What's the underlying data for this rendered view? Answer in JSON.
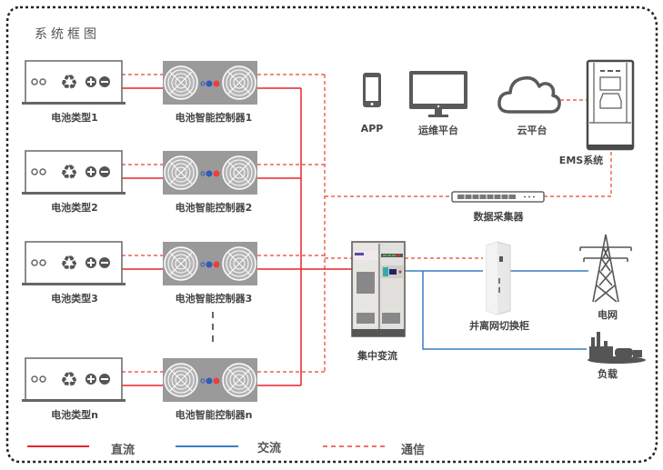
{
  "title": "系统框图",
  "colors": {
    "dc": "#e8242a",
    "ac": "#3a7fc4",
    "comm": "#e8442a",
    "device": "#5a5a5a",
    "controller_bg": "#9a9a9a",
    "label": "#444444",
    "border": "#222222"
  },
  "batteries": [
    {
      "label": "电池类型1",
      "icon": "battery-icon"
    },
    {
      "label": "电池类型2",
      "icon": "battery-icon"
    },
    {
      "label": "电池类型3",
      "icon": "battery-icon"
    },
    {
      "label": "电池类型n",
      "icon": "battery-icon"
    }
  ],
  "controllers": [
    {
      "label": "电池智能控制器1",
      "icon": "controller-icon"
    },
    {
      "label": "电池智能控制器2",
      "icon": "controller-icon"
    },
    {
      "label": "电池智能控制器3",
      "icon": "controller-icon"
    },
    {
      "label": "电池智能控制器n",
      "icon": "controller-icon"
    }
  ],
  "devices": {
    "app": {
      "label": "APP",
      "icon": "phone-icon"
    },
    "ops": {
      "label": "运维平台",
      "icon": "monitor-icon"
    },
    "cloud": {
      "label": "云平台",
      "icon": "cloud-icon"
    },
    "ems": {
      "label": "EMS系统",
      "icon": "ems-cabinet-icon"
    },
    "collector": {
      "label": "数据采集器",
      "icon": "switch-icon"
    },
    "pcs": {
      "label": "集中变流",
      "icon": "pcs-cabinet-icon"
    },
    "switch_cabinet": {
      "label": "并离网切换柜",
      "icon": "switch-cabinet-icon"
    },
    "grid": {
      "label": "电网",
      "icon": "power-tower-icon"
    },
    "load": {
      "label": "负载",
      "icon": "factory-icon"
    }
  },
  "legend": [
    {
      "label": "直流",
      "style": "solid",
      "color_key": "dc"
    },
    {
      "label": "交流",
      "style": "solid",
      "color_key": "ac"
    },
    {
      "label": "通信",
      "style": "dashed",
      "color_key": "comm"
    }
  ]
}
